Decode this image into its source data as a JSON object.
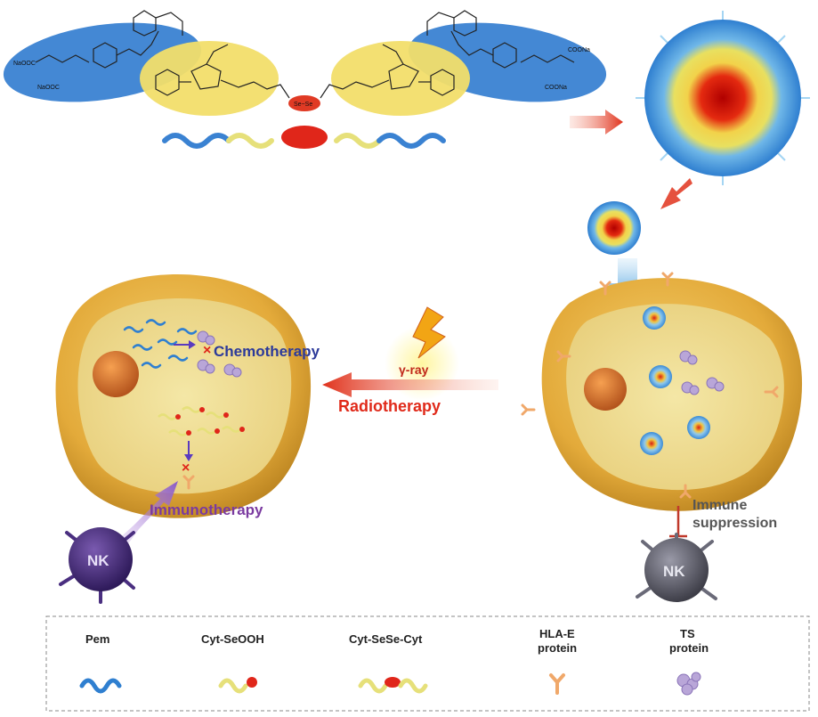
{
  "molecule": {
    "left_salt_1": "NaOOC",
    "left_salt_2": "NaOOC",
    "right_salt_1": "COONa",
    "right_salt_2": "COONa",
    "linker": "Se−Se"
  },
  "labels": {
    "chemotherapy": "Chemotherapy",
    "radiotherapy": "Radiotherapy",
    "gamma_ray": "γ-ray",
    "immunotherapy": "Immunotherapy",
    "immune_suppression_line1": "Immune",
    "immune_suppression_line2": "suppression",
    "nk_left": "NK",
    "nk_right": "NK"
  },
  "legend": {
    "items": [
      {
        "label_line1": "Pem",
        "label_line2": ""
      },
      {
        "label_line1": "Cyt-SeOOH",
        "label_line2": ""
      },
      {
        "label_line1": "Cyt-SeSe-Cyt",
        "label_line2": ""
      },
      {
        "label_line1": "HLA-E",
        "label_line2": "protein"
      },
      {
        "label_line1": "TS",
        "label_line2": "protein"
      }
    ]
  },
  "colors": {
    "pem_blue": "#2f7fd0",
    "cyt_yellow": "#e8e070",
    "selenium_red": "#d8261c",
    "cell_gold": "#e3aa3a",
    "nk_purple": "#4a2f80",
    "nk_gray": "#55555f",
    "chemo_text": "#2c3a9a",
    "immuno_text": "#7a3aa0",
    "radio_text": "#e02a1a"
  }
}
